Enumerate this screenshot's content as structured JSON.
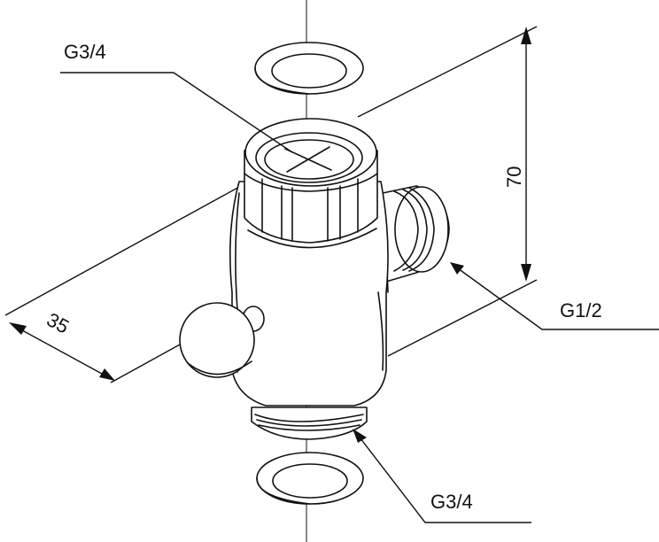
{
  "diagram": {
    "labels": {
      "top_thread": "G3/4",
      "side_thread": "G1/2",
      "bottom_thread": "G3/4",
      "depth_dimension": "35",
      "height_dimension": "70"
    }
  }
}
